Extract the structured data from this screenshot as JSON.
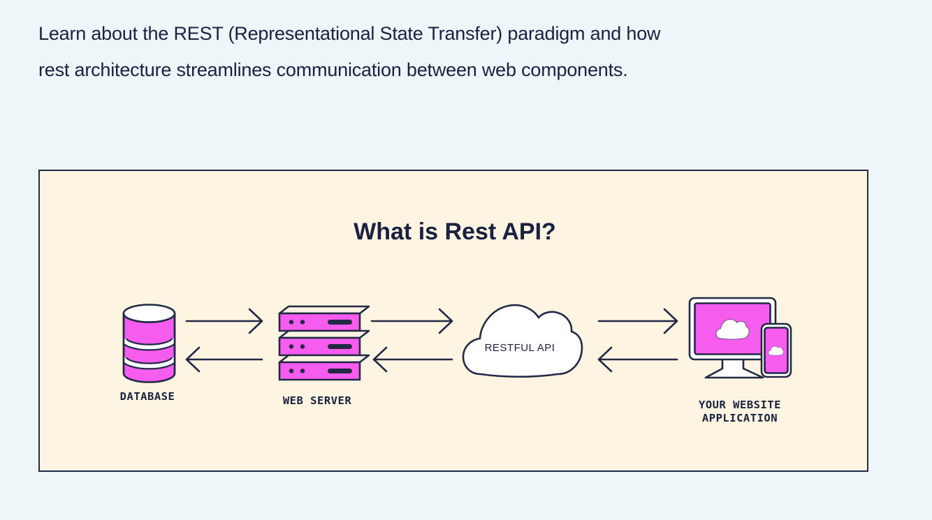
{
  "page": {
    "background": "#eff6fa",
    "text_color": "#1a2140",
    "intro_lines": [
      "Learn about the REST (Representational State Transfer) paradigm and how",
      "rest architecture streamlines communication between web components."
    ]
  },
  "diagram": {
    "title": "What is Rest API?",
    "colors": {
      "panel_background": "#fdf5e2",
      "outline": "#222945",
      "accent_pink": "#f65cee",
      "shape_white": "#ffffff"
    },
    "nodes": {
      "database": {
        "label": "DATABASE"
      },
      "web_server": {
        "label": "WEB SERVER"
      },
      "restful_api": {
        "label": "RESTFUL API"
      },
      "website_application": {
        "label_line_1": "YOUR WEBSITE",
        "label_line_2": "APPLICATION"
      }
    },
    "icons": {
      "database": "cylinder-stack",
      "web_server": "server-rack-three-units",
      "restful_api": "cloud",
      "website_application": "monitor-and-smartphone-with-clouds",
      "connections": "paired-left-right-open-arrows"
    }
  }
}
